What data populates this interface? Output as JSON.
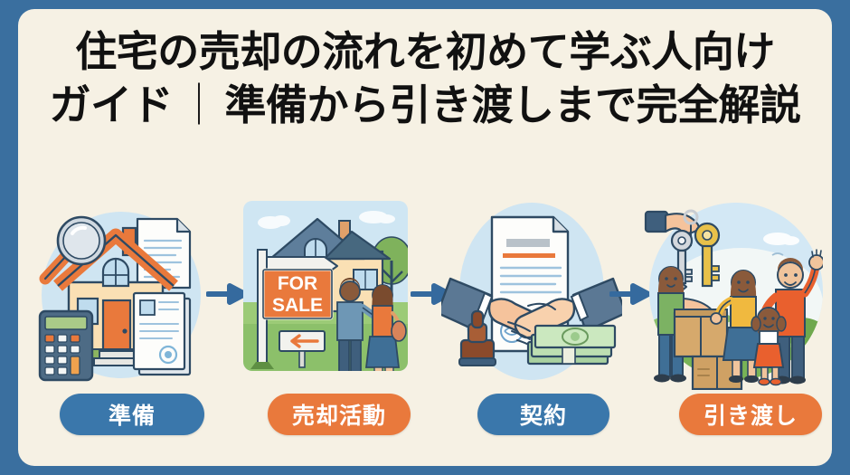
{
  "colors": {
    "frame_blue": "#3a6f9f",
    "card_cream": "#f6f1e4",
    "accent_blue": "#3a77ab",
    "accent_orange": "#e9793c",
    "arrow_blue": "#356a9e",
    "title_black": "#111111"
  },
  "title": {
    "line1": "住宅の売却の流れを初めて学ぶ人向け",
    "line2_a": "ガイド",
    "separator": "｜",
    "line2_b": "準備から引き渡しまで完全解説",
    "full": "住宅の売却の流れを初めて学ぶ人向けガイド｜準備から引き渡しまで完全解説"
  },
  "flow": {
    "steps": [
      {
        "index": 1,
        "label": "準備",
        "pill_color": "#3a77ab",
        "illustration": "house-with-magnifier-documents-calculator",
        "elements": [
          "magnifying-glass",
          "house",
          "document",
          "calculator"
        ]
      },
      {
        "index": 2,
        "label": "売却活動",
        "pill_color": "#e9793c",
        "illustration": "house-for-sale-sign-with-couple",
        "sign_text_line1": "FOR",
        "sign_text_line2": "SALE",
        "elements": [
          "for-sale-sign",
          "house",
          "arrow-sign",
          "buyer-couple",
          "tree"
        ]
      },
      {
        "index": 3,
        "label": "契約",
        "pill_color": "#3a77ab",
        "illustration": "handshake-over-contract-with-stamp-and-cash",
        "elements": [
          "contract-document",
          "handshake",
          "stamp",
          "cash-bundle"
        ]
      },
      {
        "index": 4,
        "label": "引き渡し",
        "pill_color": "#e9793c",
        "illustration": "key-handover-moving-boxes-happy-family",
        "elements": [
          "hand-with-keys",
          "receiving-hand",
          "moving-boxes",
          "family"
        ]
      }
    ],
    "arrows": [
      {
        "from": 1,
        "to": 2,
        "icon": "arrow-right-icon"
      },
      {
        "from": 2,
        "to": 3,
        "icon": "arrow-right-icon"
      },
      {
        "from": 3,
        "to": 4,
        "icon": "arrow-right-icon"
      }
    ]
  }
}
